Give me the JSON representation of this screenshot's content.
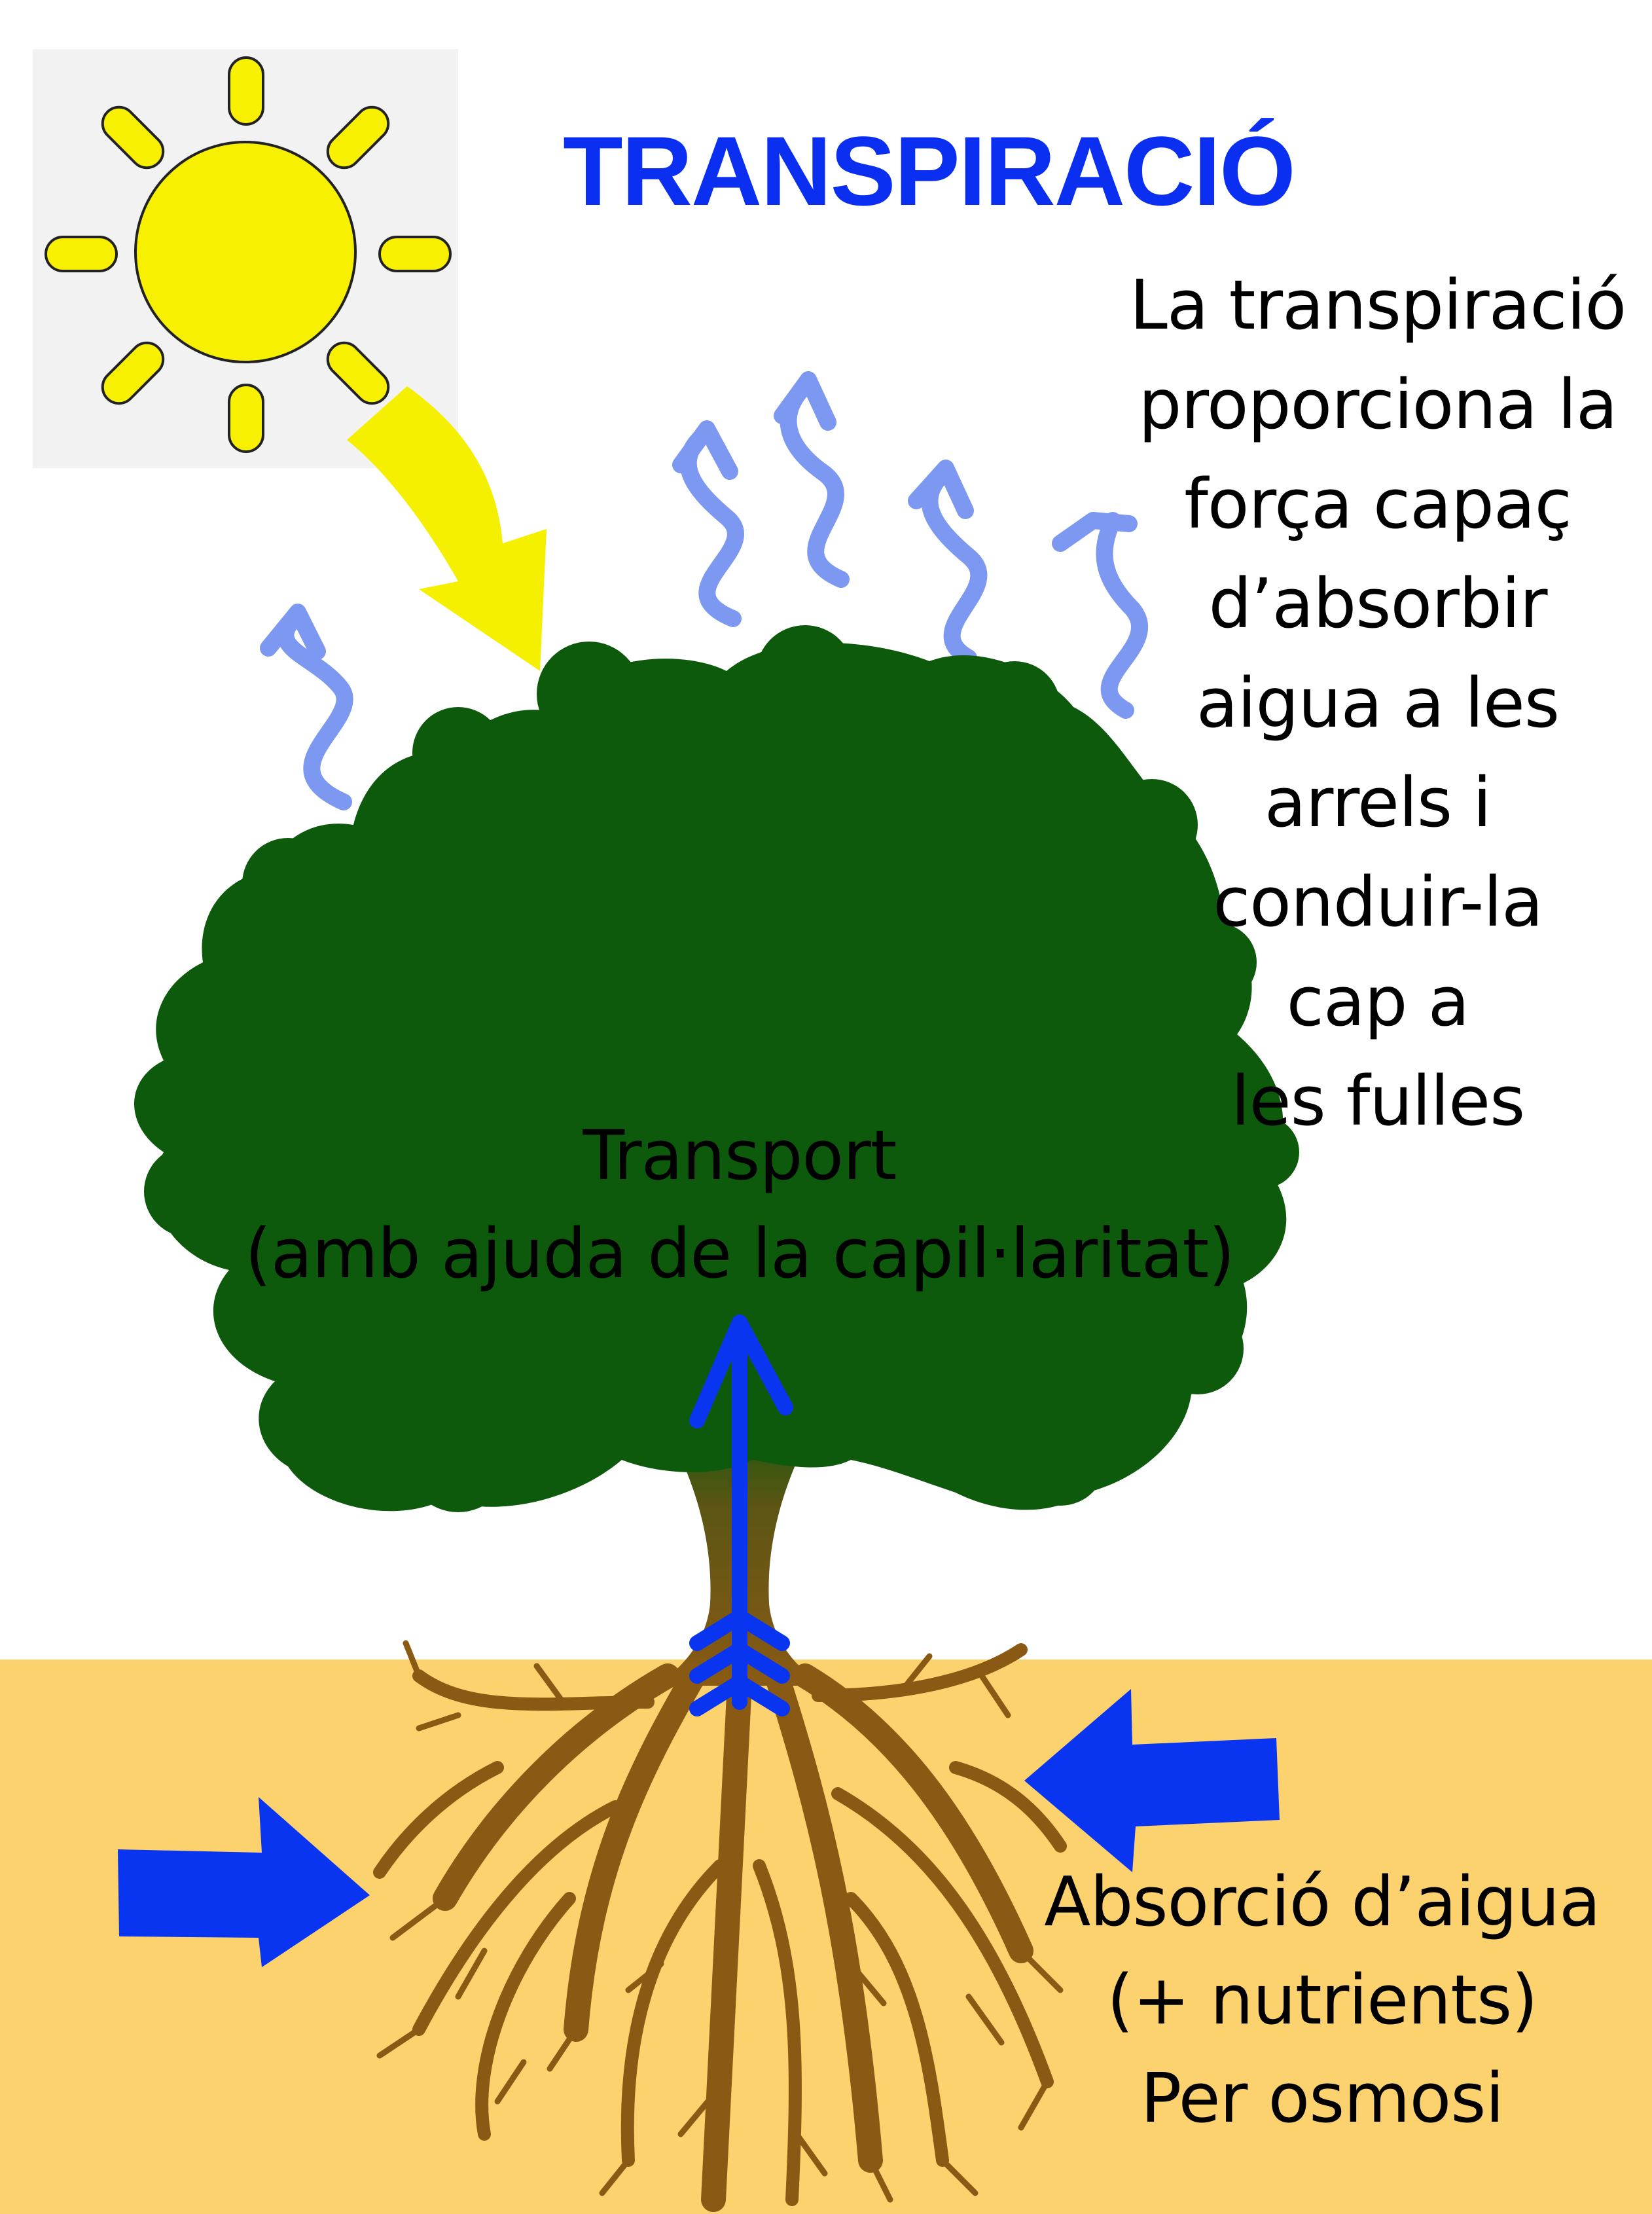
{
  "title": "TRANSPIRACIÓ",
  "side_text": [
    "La transpiració",
    "proporciona la",
    "força capaç",
    "d’absorbir",
    "aigua a les",
    "arrels i",
    "conduir-la",
    "cap a",
    "les fulles"
  ],
  "transport_label": [
    "Transport",
    "(amb ajuda de la capil·laritat)"
  ],
  "absorption_label": [
    "Absorció d’aigua",
    "(+ nutrients)",
    "Per osmosi"
  ],
  "icons": [
    "sun-icon",
    "sunlight-arrow-icon",
    "water-vapor-icon",
    "tree-icon",
    "roots-icon",
    "water-flow-arrow-icon"
  ],
  "colors": {
    "title": "#0b2ff0",
    "sun": "#f7f000",
    "sunlight_arrow": "#f5f000",
    "vapor": "#7d98f0",
    "canopy": "#0d5a0d",
    "trunk": "#8a5a14",
    "soil": "#fcd26e",
    "water_arrows": "#0a35f0"
  }
}
